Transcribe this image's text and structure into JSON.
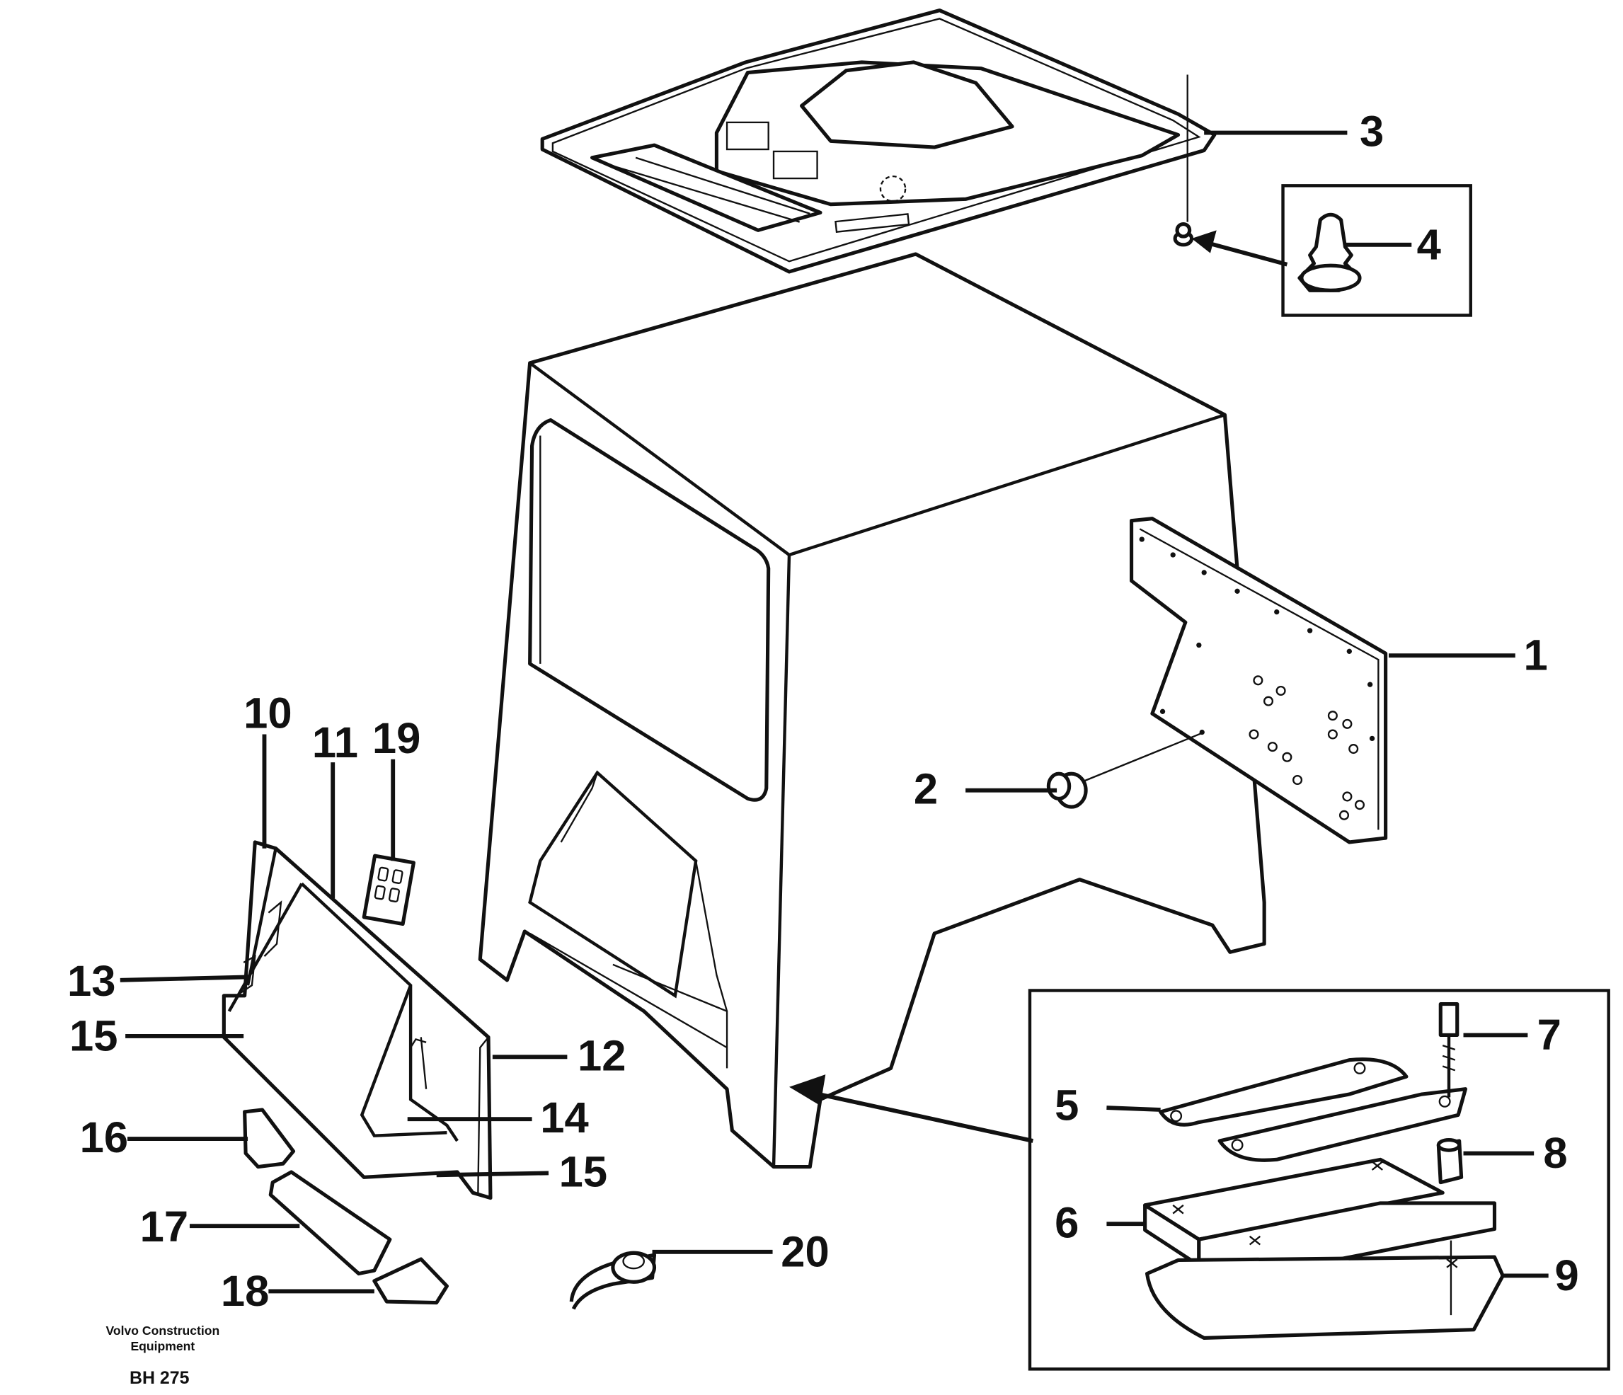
{
  "callouts": [
    "1",
    "2",
    "3",
    "4",
    "5",
    "6",
    "7",
    "8",
    "9",
    "10",
    "11",
    "12",
    "13",
    "14",
    "15",
    "15",
    "16",
    "17",
    "18",
    "19",
    "20"
  ],
  "caption": {
    "line1": "Volvo Construction",
    "line2": "Equipment",
    "code": "BH 275"
  }
}
